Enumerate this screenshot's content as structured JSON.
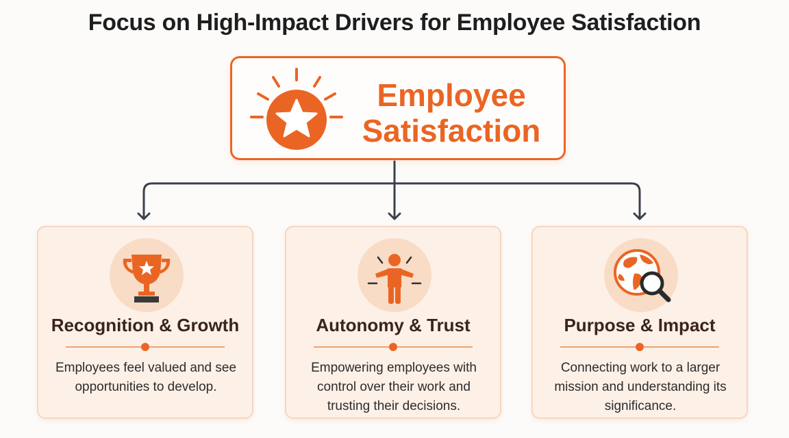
{
  "title": "Focus on High-Impact Drivers for Employee Satisfaction",
  "root": {
    "line1": "Employee",
    "line2": "Satisfaction",
    "icon": "star-burst-icon"
  },
  "cards": [
    {
      "title": "Recognition & Growth",
      "description": "Employees feel valued and see opportunities to develop.",
      "icon": "trophy-icon"
    },
    {
      "title": "Autonomy & Trust",
      "description": "Empowering employees with control over their work and trusting their decisions.",
      "icon": "person-arms-open-icon"
    },
    {
      "title": "Purpose & Impact",
      "description": "Connecting work to a larger mission and understanding its significance.",
      "icon": "globe-magnifier-icon"
    }
  ],
  "colors": {
    "accent": "#ea6524",
    "card_bg": "#fdf0e7",
    "connector": "#3a3f4a"
  }
}
